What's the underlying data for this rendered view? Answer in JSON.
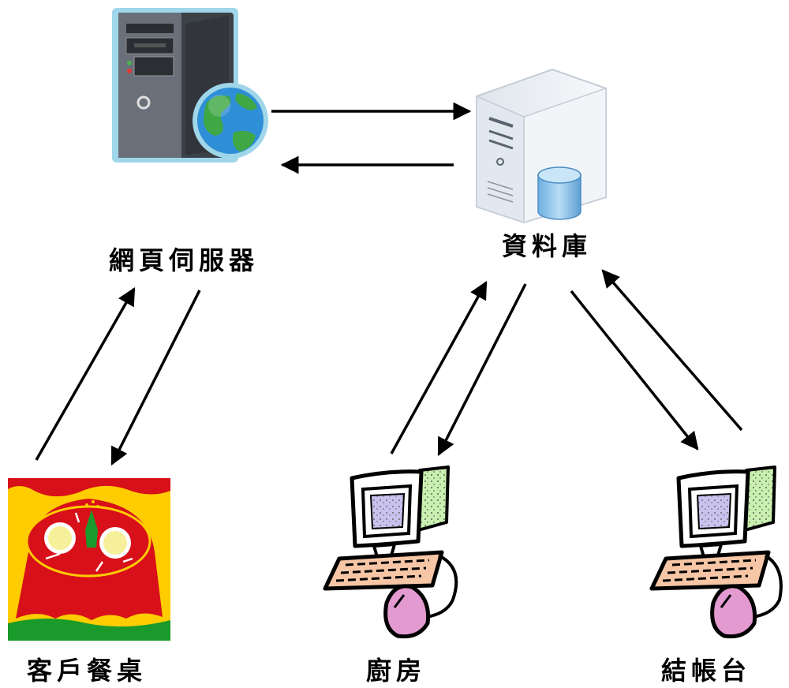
{
  "nodes": {
    "web_server": {
      "label": "網頁伺服器"
    },
    "database": {
      "label": "資料庫"
    },
    "customer_table": {
      "label": "客戶餐桌"
    },
    "kitchen": {
      "label": "廚房"
    },
    "checkout": {
      "label": "結帳台"
    }
  },
  "colors": {
    "arrow": "#000000",
    "server_body": "#3c4047",
    "server_outline": "#9fd6ea",
    "globe_water": "#2f8fd6",
    "globe_land": "#3fa845",
    "db_body": "#e9edf2",
    "db_cylinder": "#8cc4ea",
    "table_red": "#d8101a",
    "table_yellow": "#ffcc00",
    "table_green": "#1a9a2a",
    "pc_monitor": "#ffffff",
    "pc_screen": "#c9c2ee",
    "pc_side": "#c9f0b0",
    "pc_keyboard": "#f6c6a6",
    "pc_mouse": "#e39ad0"
  },
  "icons": [
    "web-server-icon",
    "database-server-icon",
    "dining-table-icon",
    "kitchen-computer-icon",
    "checkout-computer-icon"
  ],
  "connections": [
    {
      "from": "web_server",
      "to": "database"
    },
    {
      "from": "database",
      "to": "web_server"
    },
    {
      "from": "customer_table",
      "to": "web_server"
    },
    {
      "from": "web_server",
      "to": "customer_table"
    },
    {
      "from": "kitchen",
      "to": "database"
    },
    {
      "from": "database",
      "to": "kitchen"
    },
    {
      "from": "database",
      "to": "checkout"
    },
    {
      "from": "checkout",
      "to": "database"
    }
  ]
}
